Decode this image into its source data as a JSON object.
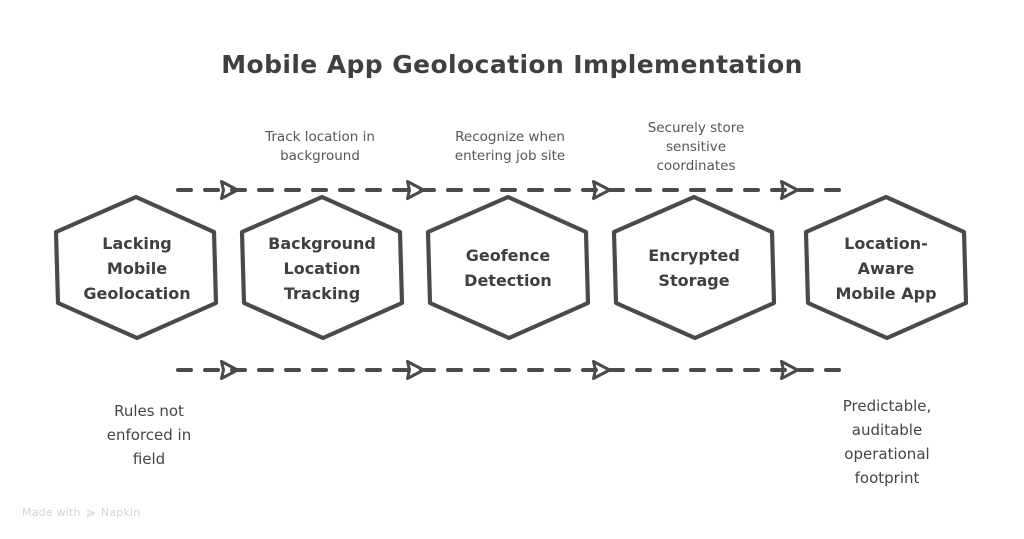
{
  "title": "Mobile App Geolocation Implementation",
  "theme": {
    "stroke": "#4a4a4a",
    "text": "#3f3f3f",
    "annotation_text": "#565656",
    "background": "#ffffff",
    "watermark": "#d2d2d2"
  },
  "nodes": [
    {
      "id": "lacking-mobile-geolocation",
      "label": "Lacking\nMobile\nGeolocation"
    },
    {
      "id": "background-location-tracking",
      "label": "Background\nLocation\nTracking"
    },
    {
      "id": "geofence-detection",
      "label": "Geofence\nDetection"
    },
    {
      "id": "encrypted-storage",
      "label": "Encrypted\nStorage"
    },
    {
      "id": "location-aware-mobile-app",
      "label": "Location-\nAware\nMobile App"
    }
  ],
  "edge_annotations": [
    {
      "id": "track-location-in-background",
      "label": "Track location in\nbackground"
    },
    {
      "id": "recognize-when-entering-job-site",
      "label": "Recognize when\nentering job site"
    },
    {
      "id": "securely-store-sensitive-coordinates",
      "label": "Securely store\nsensitive\ncoordinates"
    }
  ],
  "bottom_captions": [
    {
      "id": "rules-not-enforced-in-field",
      "label": "Rules not\nenforced in\nfield"
    },
    {
      "id": "predictable-auditable-operational-footprint",
      "label": "Predictable,\nauditable\noperational\nfootprint"
    }
  ],
  "watermark": {
    "text_before": "Made with",
    "brand": "Napkin",
    "mark": "≽"
  }
}
